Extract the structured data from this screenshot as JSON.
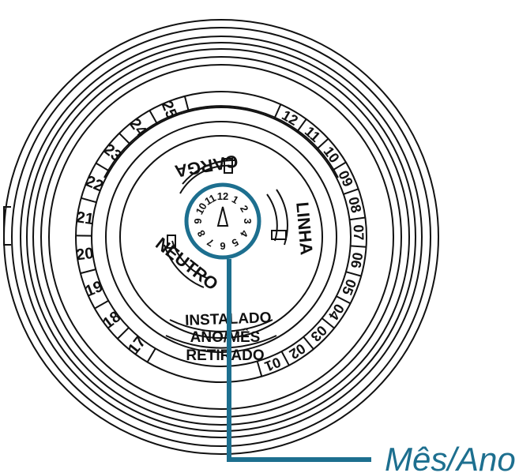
{
  "diagram": {
    "labels": {
      "carga": "CARGA",
      "linha": "LINHA",
      "neutro": "NEUTRO",
      "instalado": "INSTALADO",
      "ano_mes": "ANO/MÊS",
      "retirado": "RETIRADO"
    },
    "left_numbers": [
      "25",
      "24",
      "23",
      "22",
      "21",
      "20",
      "19",
      "18",
      "17"
    ],
    "right_numbers": [
      "12",
      "11",
      "10",
      "09",
      "08",
      "07",
      "06",
      "05",
      "04",
      "03",
      "02",
      "01"
    ],
    "inner_dial_numbers": [
      "1",
      "2",
      "3",
      "4",
      "5",
      "6",
      "7",
      "8",
      "9",
      "10",
      "11",
      "12"
    ],
    "callout": {
      "text": "Mês/Ano"
    },
    "colors": {
      "line": "#111111",
      "accent": "#1d6f8f",
      "background": "#ffffff"
    }
  }
}
